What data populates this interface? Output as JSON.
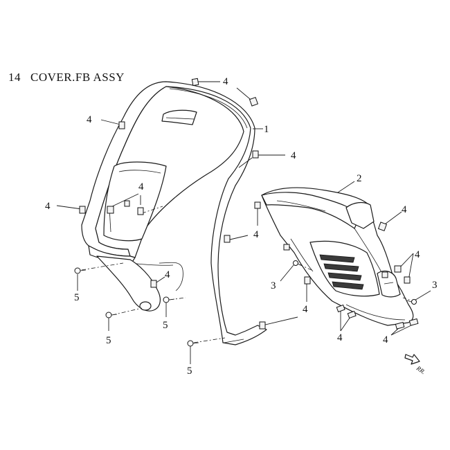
{
  "title": {
    "number": "14",
    "text": "COVER.FB ASSY"
  },
  "callouts": {
    "part_1": "1",
    "part_2": "2",
    "part_3": "3",
    "part_4": "4",
    "part_5": "5"
  },
  "direction_label": "RR."
}
